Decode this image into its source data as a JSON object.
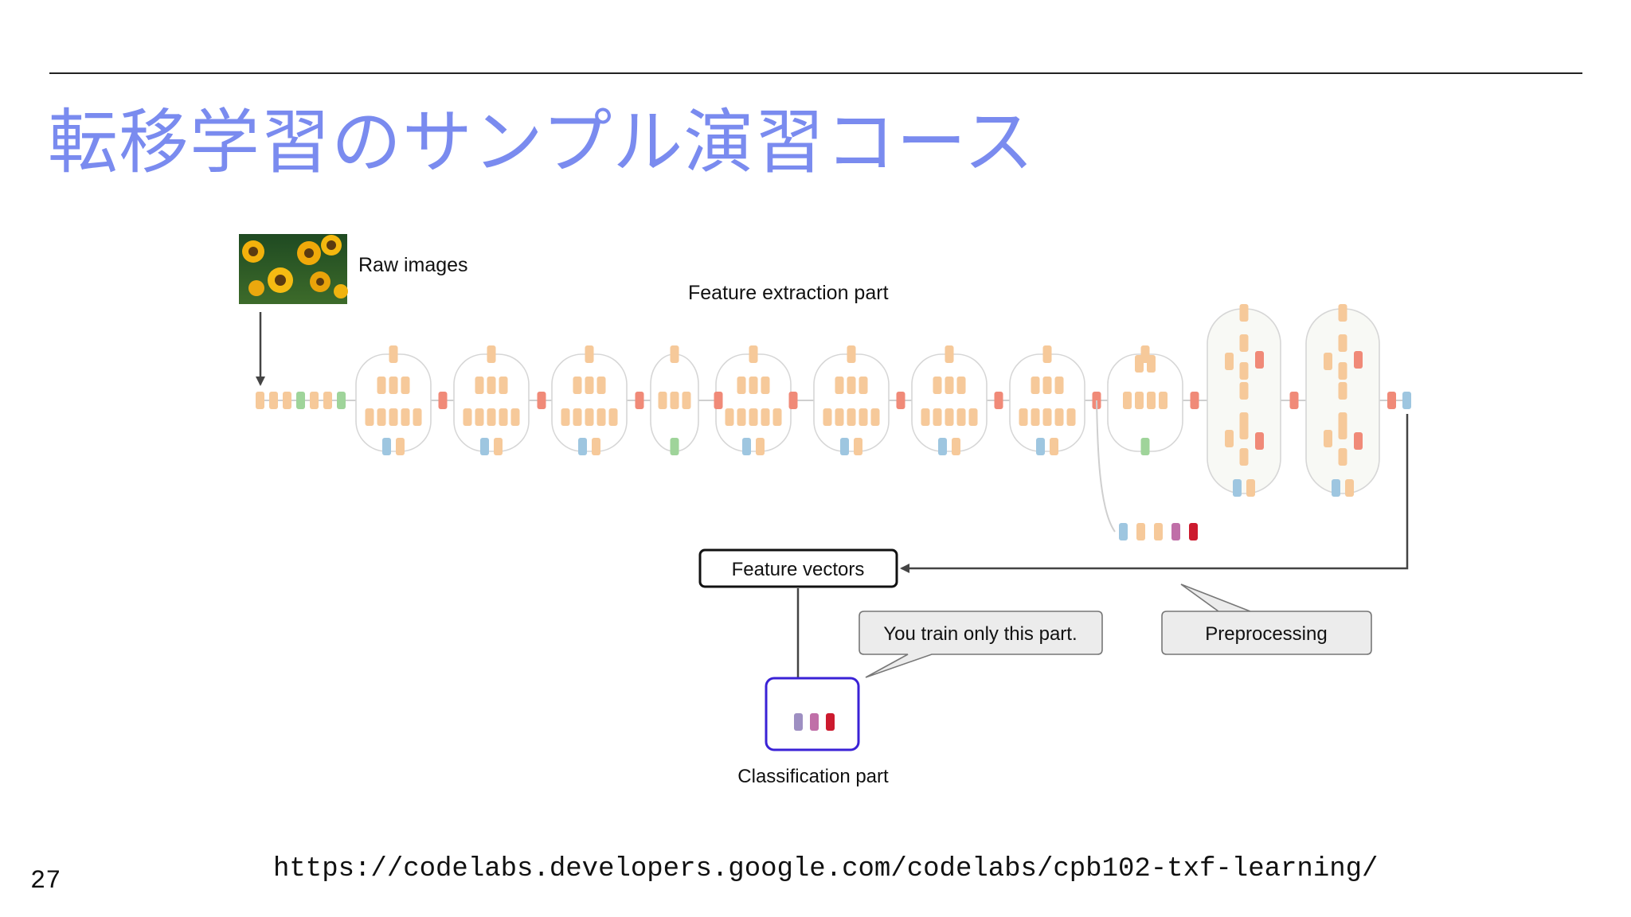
{
  "slide": {
    "title": "転移学習のサンプル演習コース",
    "page_number": "27",
    "source_url": "https://codelabs.developers.google.com/codelabs/cpb102-txf-learning/"
  },
  "diagram": {
    "raw_images_label": "Raw images",
    "feature_extraction_label": "Feature extraction part",
    "feature_vectors_label": "Feature vectors",
    "train_callout": "You train only this part.",
    "preprocessing_callout": "Preprocessing",
    "classification_label": "Classification part",
    "colors": {
      "orange": "#f6c99a",
      "red": "#f08a78",
      "green": "#9fd49a",
      "blue": "#9ec6e0",
      "purple": "#9e8fc2",
      "magenta": "#c06fa8",
      "crimson": "#cc1a2e",
      "highlight": "#3a22d6"
    }
  }
}
